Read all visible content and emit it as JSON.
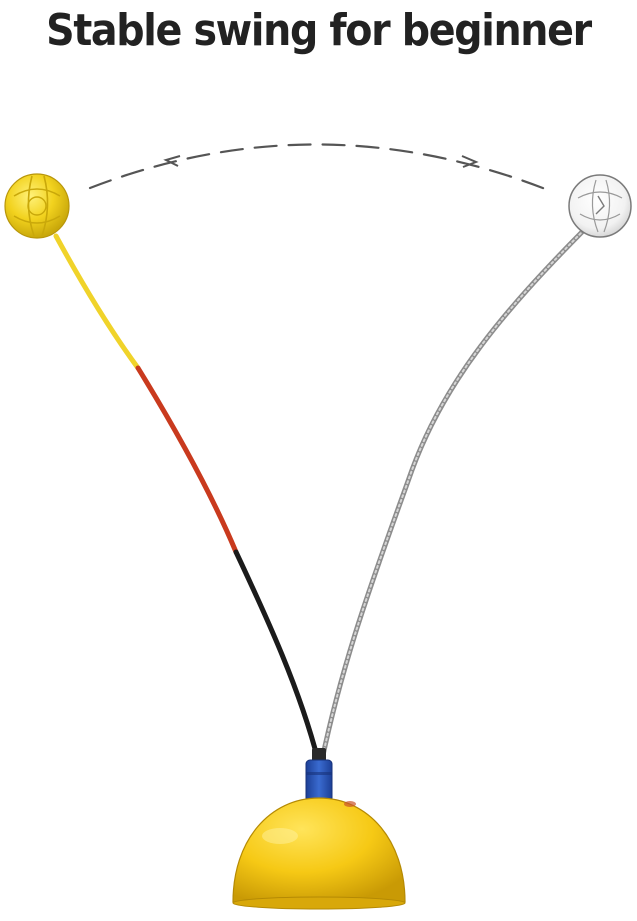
{
  "headline": {
    "text": "Stable swing for beginner"
  },
  "colors": {
    "background": "#ffffff",
    "headline_text": "#222222",
    "ball_active": "#f2d21e",
    "ball_ghost": "#f4f4f4",
    "rod_yellow": "#f0d32a",
    "rod_red": "#c93a1e",
    "rod_black": "#1b1b1b",
    "rod_spring": "#9a9a9a",
    "base_yellow": "#f6c915",
    "connector_blue": "#2a55b5",
    "arc_dashes": "#555555"
  },
  "figure": {
    "subject": "tennis swing trainer",
    "parts": [
      "yellow ball",
      "ghost ball",
      "flexible rod",
      "spring rod",
      "dome base",
      "blue connector",
      "swing arc arrow"
    ]
  }
}
